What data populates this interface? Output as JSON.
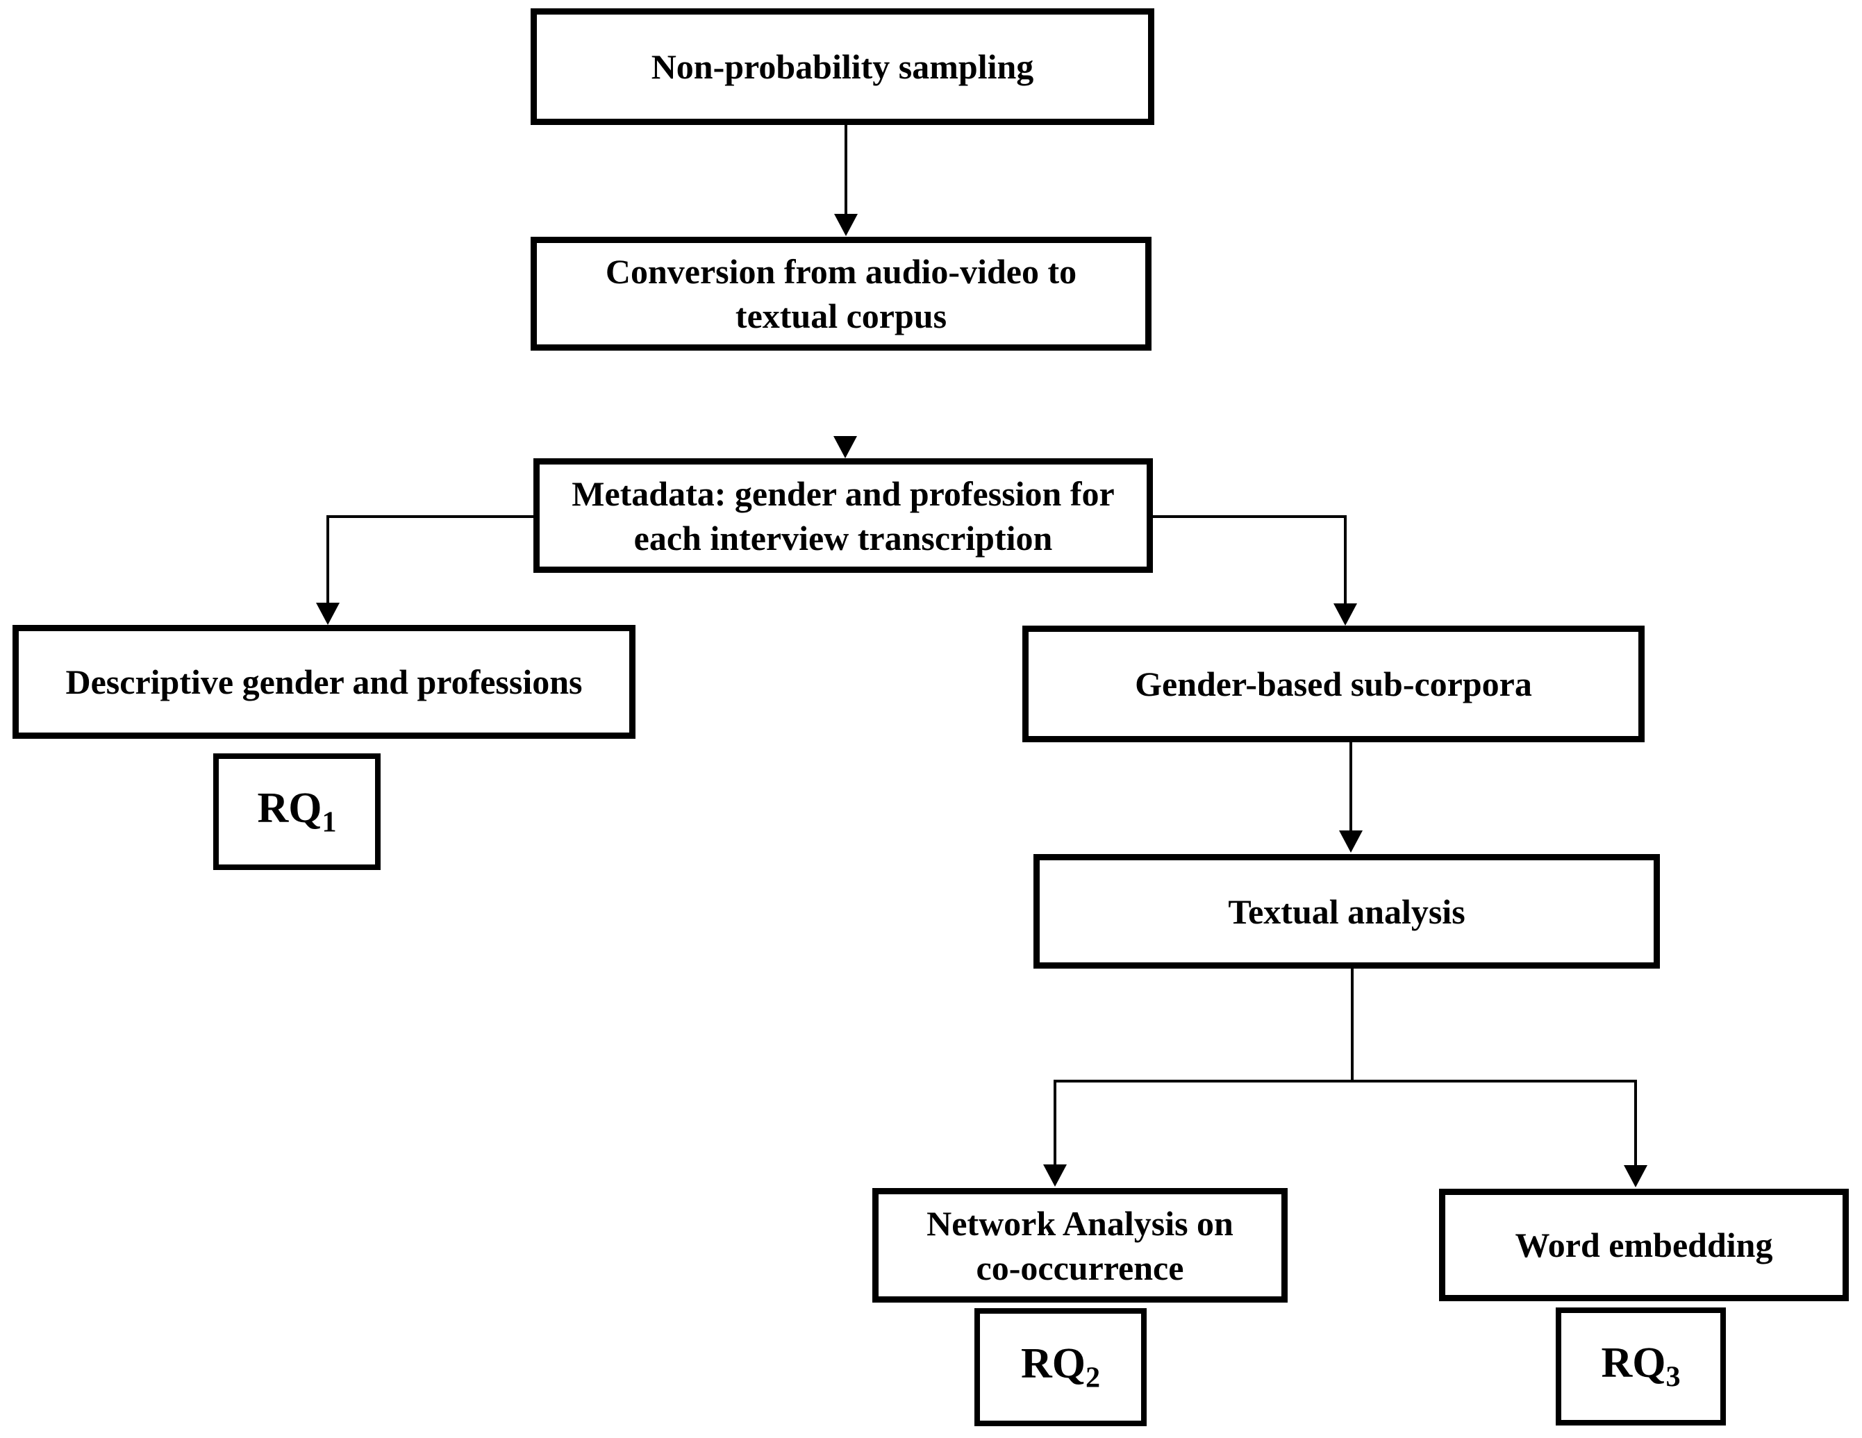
{
  "diagram": {
    "background_color": "#ffffff",
    "line_color": "#000000",
    "box_fill": "#ffffff",
    "text_color": "#000000",
    "nodes": {
      "non_probability_sampling": {
        "label": "Non-probability sampling"
      },
      "conversion": {
        "label": "Conversion from audio-video to\ntextual corpus"
      },
      "metadata": {
        "label": "Metadata: gender and profession for\neach interview transcription"
      },
      "descriptive": {
        "label": "Descriptive gender and professions"
      },
      "rq1": {
        "base": "RQ",
        "sub": "1"
      },
      "gender_subcorpora": {
        "label": "Gender-based sub-corpora"
      },
      "textual_analysis": {
        "label": "Textual analysis"
      },
      "network_analysis": {
        "label": "Network Analysis on\nco-occurrence"
      },
      "rq2": {
        "base": "RQ",
        "sub": "2"
      },
      "word_embedding": {
        "label": "Word embedding"
      },
      "rq3": {
        "base": "RQ",
        "sub": "3"
      }
    }
  }
}
